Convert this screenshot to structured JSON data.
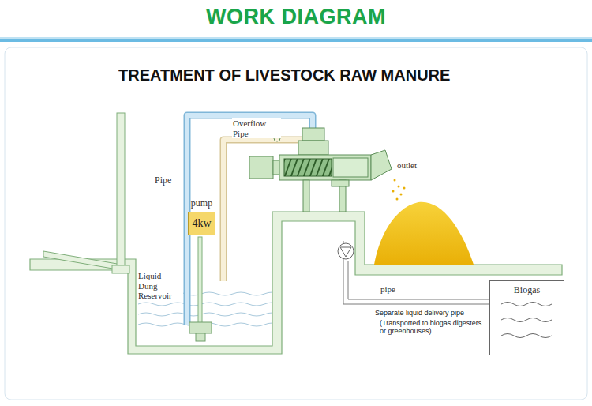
{
  "diagram": {
    "title": "WORK DIAGRAM",
    "nodes": [
      {
        "text": [
          "pump",
          "4kw"
        ]
      },
      {
        "text": [
          "Biogas"
        ]
      }
    ],
    "labels": [
      "TREATMENT OF LIVESTOCK RAW MANURE",
      "Overflow Pipe",
      "Pipe",
      "outlet",
      "Liquid Dung Reservoir",
      "pipe",
      "Separate liquid delivery pipe",
      "(Transported to biogas digesters or greenhouses)"
    ]
  }
}
